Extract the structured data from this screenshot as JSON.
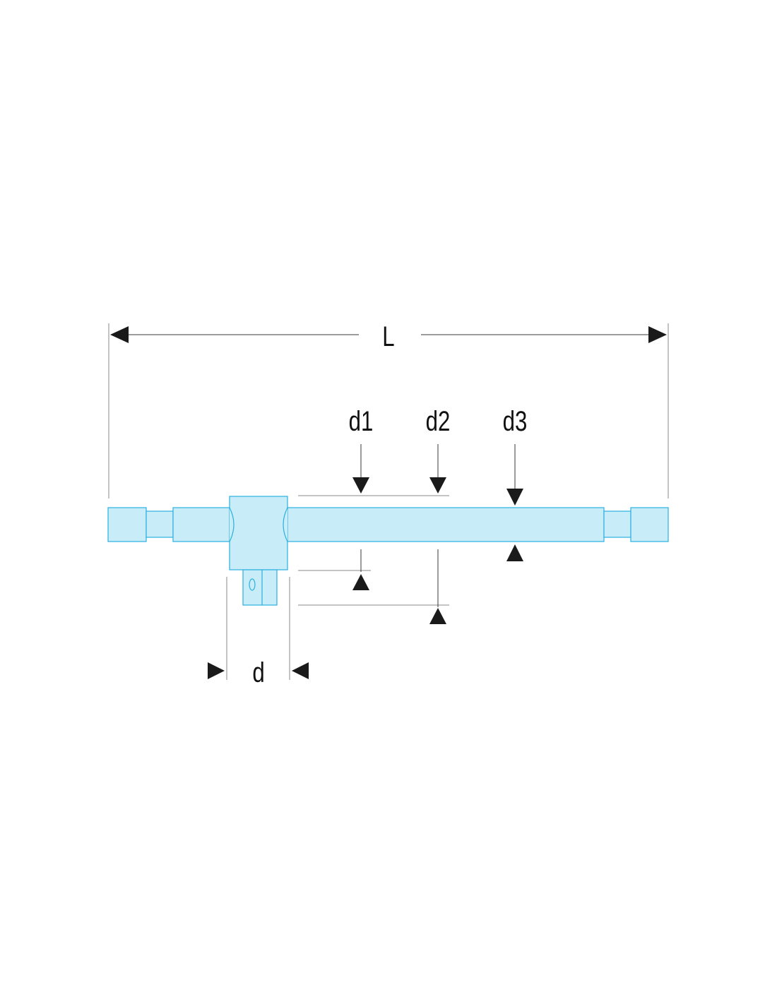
{
  "labels": {
    "overall_length": "L",
    "diameter_1": "d1",
    "diameter_2": "d2",
    "diameter_3": "d3",
    "drive_size": "d"
  },
  "colors": {
    "part_fill": "#c9ecf9",
    "part_stroke": "#2ab0de",
    "dimension_line": "#3a3a3a",
    "extension_line": "#8a8a8a",
    "arrowhead": "#1a1a1a"
  }
}
